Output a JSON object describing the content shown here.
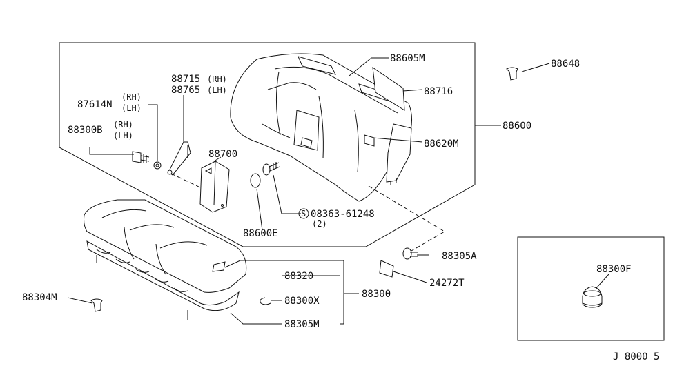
{
  "diagram": {
    "labels": {
      "p88605M": "88605M",
      "p88716": "88716",
      "p88648": "88648",
      "p88600": "88600",
      "p88620M": "88620M",
      "p88715": "88715",
      "p88715_side": "(RH)",
      "p88765": "88765",
      "p88765_side": "(LH)",
      "p87614N": "87614N",
      "p87614N_rh": "(RH)",
      "p87614N_lh": "(LH)",
      "p88300B": "88300B",
      "p88300B_rh": "(RH)",
      "p88300B_lh": "(LH)",
      "p88700": "88700",
      "p08363_prefix": "S",
      "p08363": "08363-61248",
      "p08363_qty": "(2)",
      "p88600E": "88600E",
      "p88305A": "88305A",
      "p24272T": "24272T",
      "p88320": "88320",
      "p88300X": "88300X",
      "p88300": "88300",
      "p88305M": "88305M",
      "p88304M": "88304M",
      "p88300F": "88300F",
      "code": "J 8000 5"
    }
  }
}
